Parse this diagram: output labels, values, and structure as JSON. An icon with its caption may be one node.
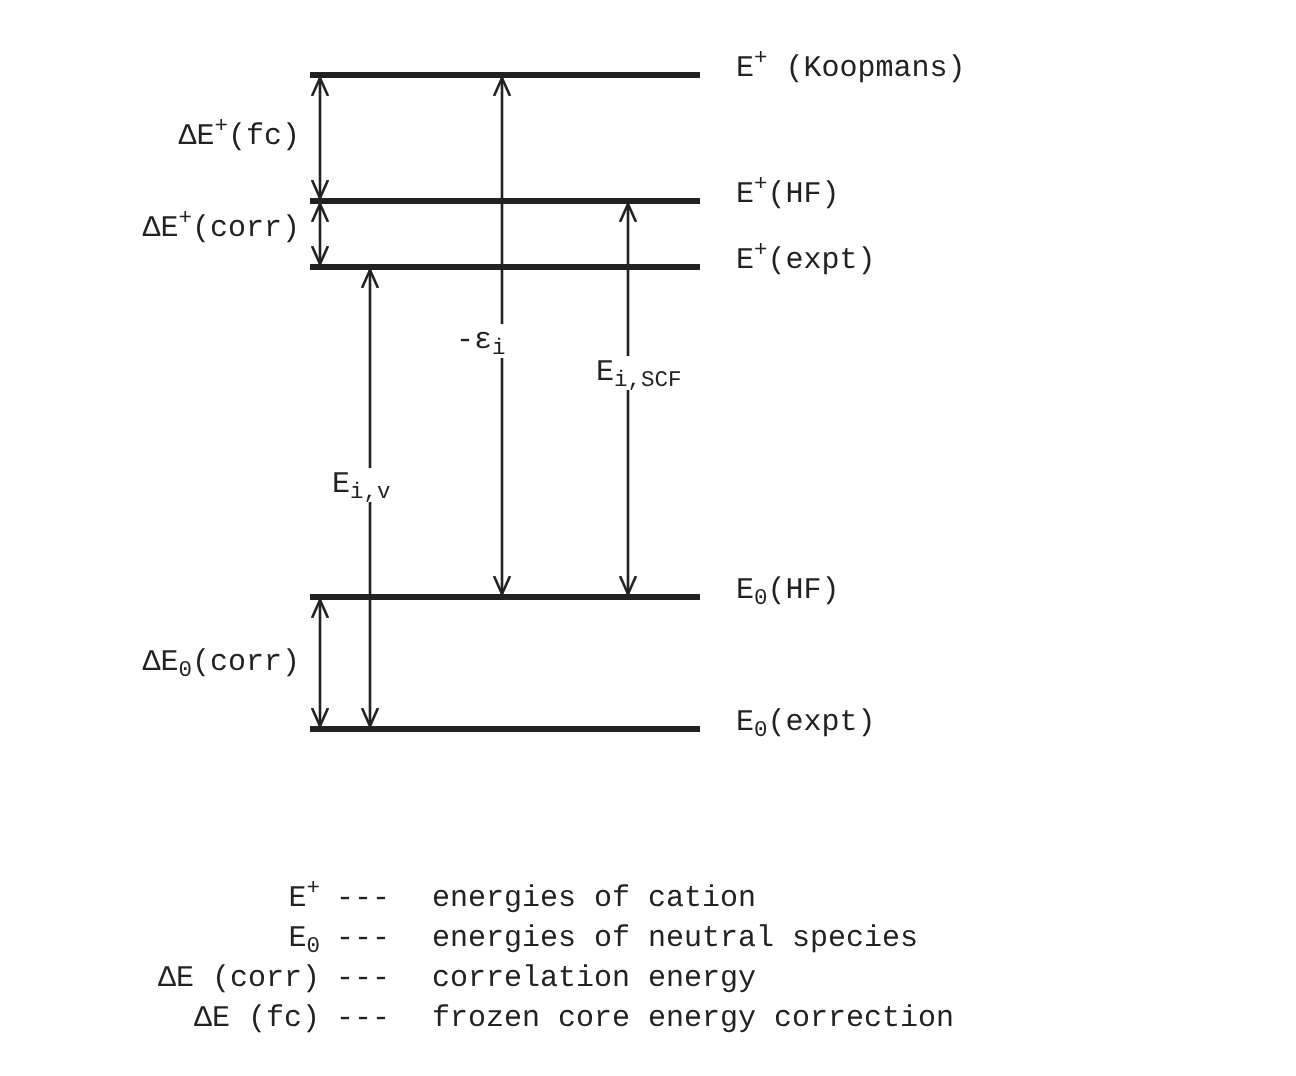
{
  "diagram": {
    "nodes": [
      {
        "text": [],
        "shape": "bar",
        "beside": [
          "E$^{+}$ (Koopmans)"
        ]
      },
      {
        "text": [],
        "shape": "bar",
        "beside": [
          "E$^{+}$(HF)"
        ]
      },
      {
        "text": [],
        "shape": "bar",
        "beside": [
          "E$^{+}$(expt)"
        ]
      },
      {
        "text": [],
        "shape": "bar",
        "beside": [
          "E$_{0}$(HF)"
        ]
      },
      {
        "text": [],
        "shape": "bar",
        "beside": [
          "E$_{0}$(expt)"
        ]
      }
    ],
    "edges": [
      {
        "from": 0,
        "to": 1,
        "arrow": "both",
        "label": "ΔE$^{+}$(fc)"
      },
      {
        "from": 1,
        "to": 2,
        "arrow": "both",
        "label": "ΔE$^{+}$(corr)"
      },
      {
        "from": 0,
        "to": 3,
        "arrow": "both",
        "label": "-ε$_{i}$"
      },
      {
        "from": 1,
        "to": 3,
        "arrow": "both",
        "label": "E$_{i,SCF}$"
      },
      {
        "from": 2,
        "to": 4,
        "arrow": "both",
        "label": "E$_{i,v}$"
      },
      {
        "from": 3,
        "to": 4,
        "arrow": "both",
        "label": "ΔE$_{0}$(corr)"
      }
    ],
    "labels": [
      "E$^{+}$",
      "---",
      "energies of cation",
      "E$_{0}$",
      "---",
      "energies of neutral species",
      "ΔE (corr)",
      "---",
      "correlation energy",
      "ΔE (fc)",
      "---",
      "frozen core energy correction"
    ]
  }
}
